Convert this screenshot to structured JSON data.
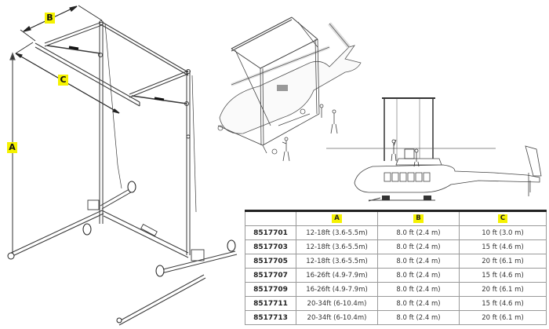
{
  "diagram": {
    "dimension_labels": {
      "a": "A",
      "b": "B",
      "c": "C"
    },
    "illustrations": [
      {
        "name": "gantry-frame-isometric",
        "description": "Isometric portable gantry frame with dimensions A (height), B (width), C (span)"
      },
      {
        "name": "gantry-over-helicopter-isometric",
        "description": "Gantry positioned over helicopter with workers"
      },
      {
        "name": "gantry-over-helicopter-side",
        "description": "Side view of gantry over helicopter with workers on roof"
      }
    ]
  },
  "spec_table": {
    "headers": [
      "",
      "A",
      "B",
      "C"
    ],
    "rows": [
      {
        "part": "8517701",
        "a": "12-18ft (3.6-5.5m)",
        "b": "8.0 ft (2.4 m)",
        "c": "10 ft (3.0 m)"
      },
      {
        "part": "8517703",
        "a": "12-18ft (3.6-5.5m)",
        "b": "8.0 ft (2.4 m)",
        "c": "15 ft (4.6 m)"
      },
      {
        "part": "8517705",
        "a": "12-18ft (3.6-5.5m)",
        "b": "8.0 ft (2.4 m)",
        "c": "20 ft (6.1 m)"
      },
      {
        "part": "8517707",
        "a": "16-26ft (4.9-7.9m)",
        "b": "8.0 ft (2.4 m)",
        "c": "15 ft (4.6 m)"
      },
      {
        "part": "8517709",
        "a": "16-26ft (4.9-7.9m)",
        "b": "8.0 ft (2.4 m)",
        "c": "20 ft (6.1 m)"
      },
      {
        "part": "8517711",
        "a": "20-34ft (6-10.4m)",
        "b": "8.0 ft (2.4 m)",
        "c": "15 ft (4.6 m)"
      },
      {
        "part": "8517713",
        "a": "20-34ft (6-10.4m)",
        "b": "8.0 ft (2.4 m)",
        "c": "20 ft (6.1 m)"
      }
    ]
  },
  "colors": {
    "label_highlight": "#f5f200",
    "line": "#333333",
    "table_border": "#9a9a9a",
    "table_top_rule": "#222222"
  }
}
